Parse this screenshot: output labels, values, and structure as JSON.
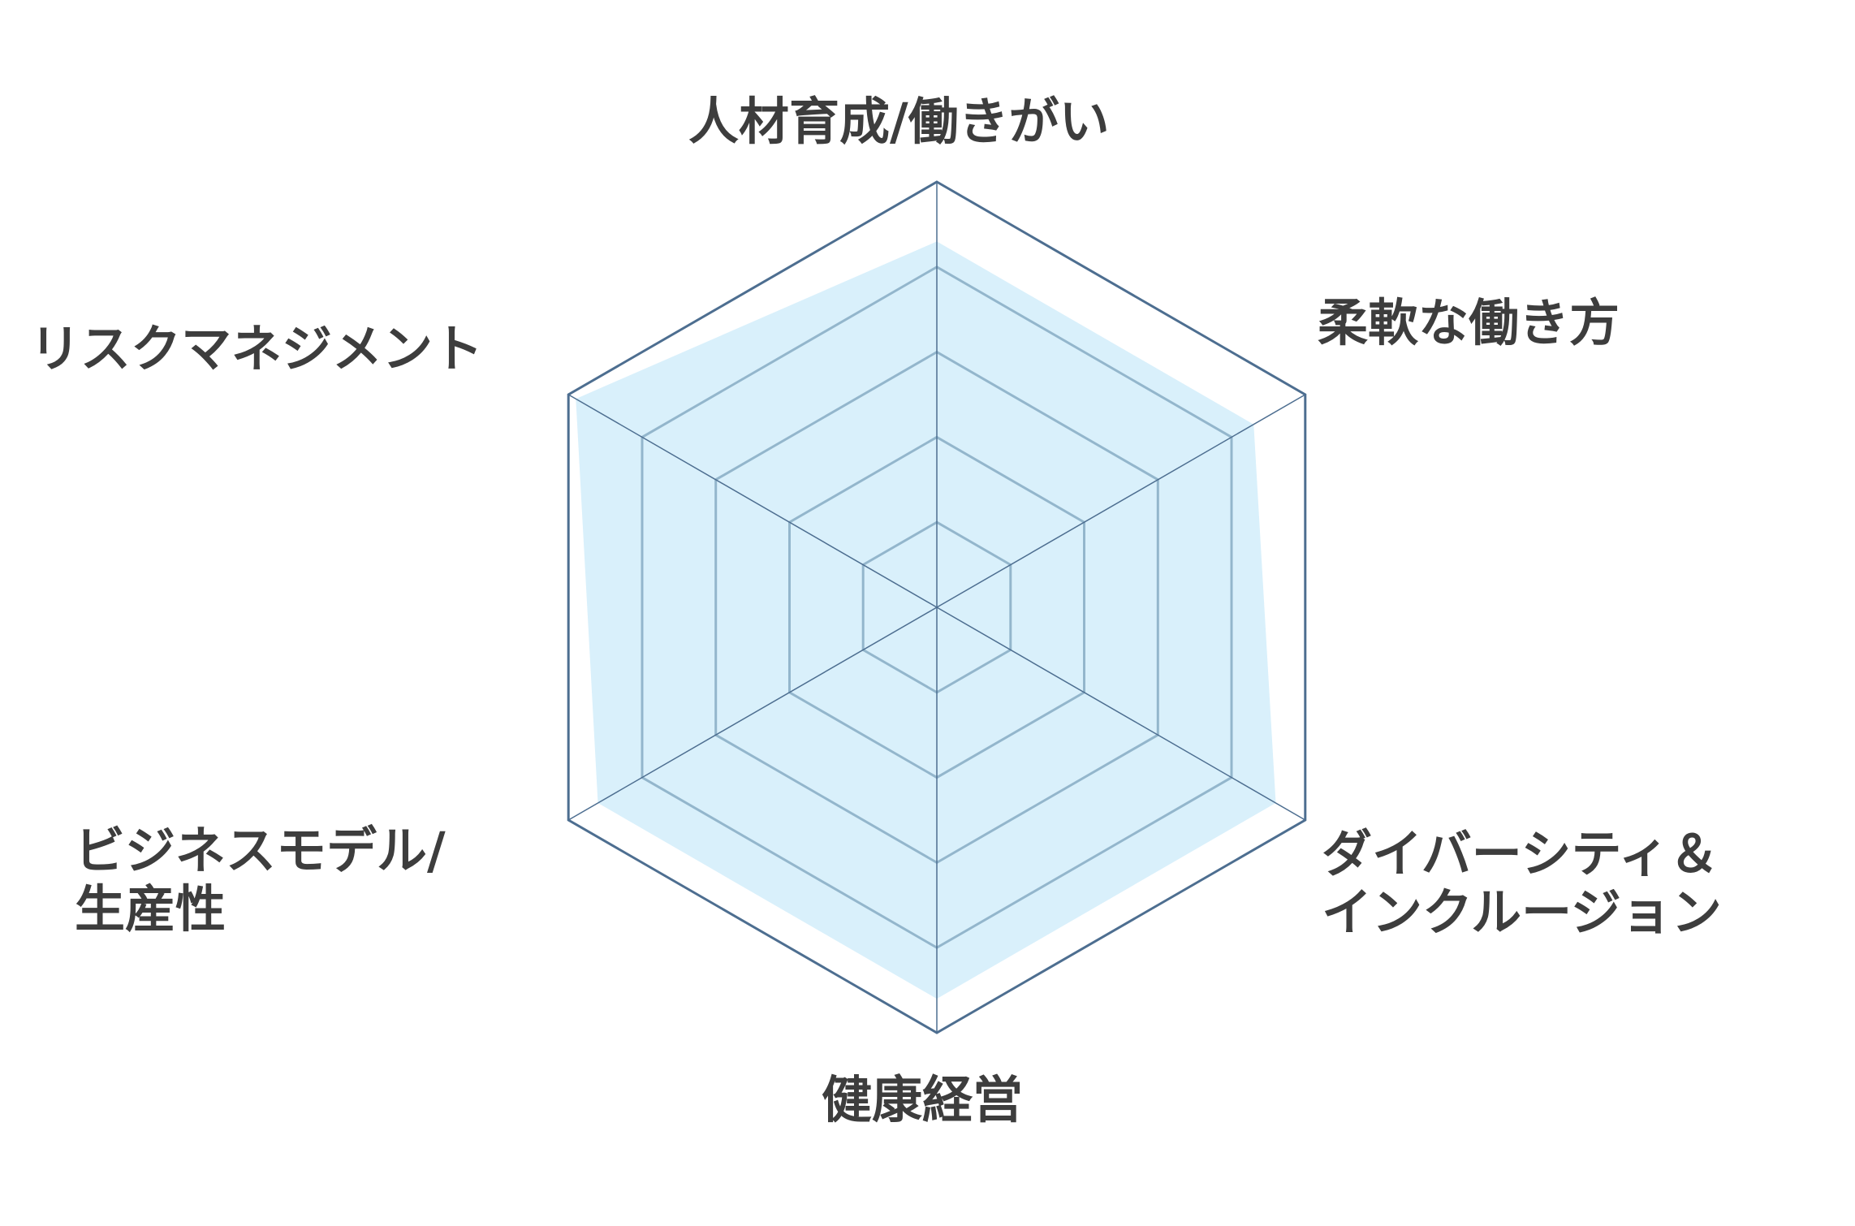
{
  "chart_data": {
    "type": "radar",
    "axes": [
      "人材育成/働きがい",
      "柔軟な働き方",
      "ダイバーシティ＆\nインクルージョン",
      "健康経営",
      "ビジネスモデル/\n生産性",
      "リスクマネジメント"
    ],
    "values": [
      4.3,
      4.3,
      4.6,
      4.6,
      4.6,
      4.9
    ],
    "range": [
      0,
      5
    ],
    "levels": [
      1,
      2,
      3,
      4,
      5
    ],
    "grid": true,
    "legend": "none",
    "colors": {
      "fill": "#d9f0fb",
      "outer_grid": "#4d6e90",
      "inner_grid": "#93b6cc",
      "text": "#3d3d3d"
    }
  }
}
